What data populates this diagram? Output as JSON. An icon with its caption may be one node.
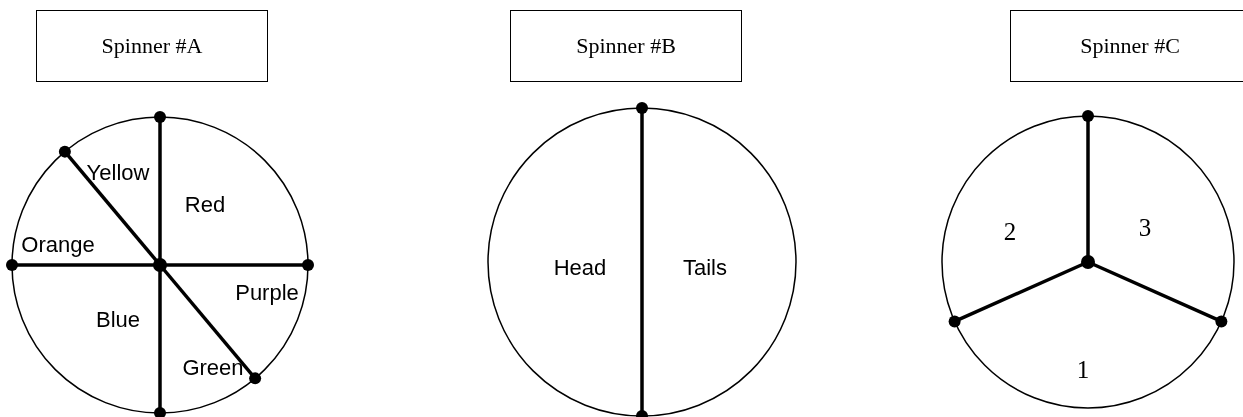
{
  "diagram": {
    "nodes": [
      {
        "text": [
          "Spinner #A"
        ]
      },
      {
        "text": [
          "Yellow",
          "Red",
          "Orange",
          "Purple",
          "Blue",
          "Green"
        ]
      },
      {
        "text": [
          "Spinner #B"
        ]
      },
      {
        "text": [
          "Head",
          "Tails"
        ]
      },
      {
        "text": [
          "Spinner #C"
        ]
      },
      {
        "text": [
          "2",
          "3",
          "1"
        ]
      }
    ]
  }
}
